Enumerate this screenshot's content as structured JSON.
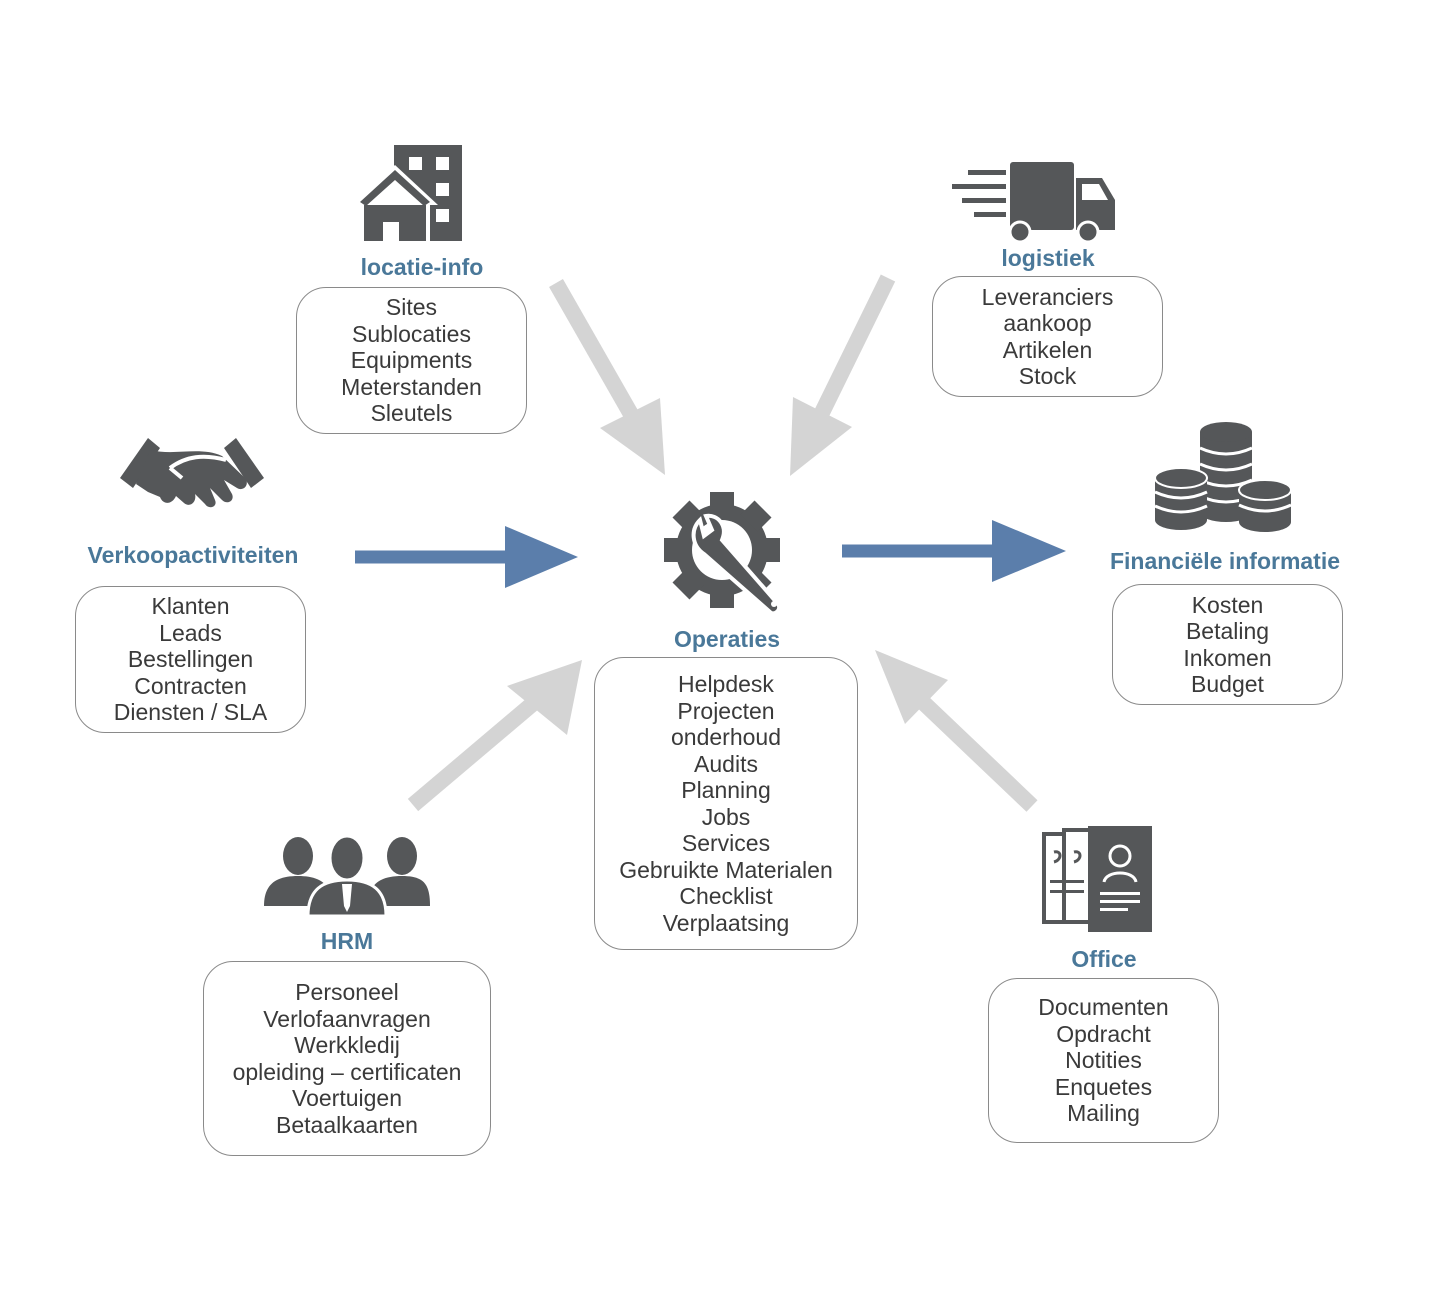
{
  "colors": {
    "title": "#4a7899",
    "icon": "#555759",
    "arrow_main": "#5b7eab",
    "arrow_light": "#d4d4d4",
    "box_border": "#8a8a8a",
    "text": "#3a3a3a"
  },
  "nodes": {
    "locatie": {
      "title": "locatie-info",
      "icon": "building-icon",
      "items": [
        "Sites",
        "Sublocaties",
        "Equipments",
        "Meterstanden",
        "Sleutels"
      ]
    },
    "logistiek": {
      "title": "logistiek",
      "icon": "truck-icon",
      "items": [
        "Leveranciers",
        "aankoop",
        "Artikelen",
        "Stock"
      ]
    },
    "verkoop": {
      "title": "Verkoopactiviteiten",
      "icon": "handshake-icon",
      "items": [
        "Klanten",
        "Leads",
        "Bestellingen",
        "Contracten",
        "Diensten / SLA"
      ]
    },
    "operaties": {
      "title": "Operaties",
      "icon": "gear-wrench-icon",
      "items": [
        "Helpdesk",
        "Projecten",
        "onderhoud",
        "Audits",
        "Planning",
        "Jobs",
        "Services",
        "Gebruikte Materialen",
        "Checklist",
        "Verplaatsing"
      ]
    },
    "financieel": {
      "title": "Financiële informatie",
      "icon": "coins-icon",
      "items": [
        "Kosten",
        "Betaling",
        "Inkomen",
        "Budget"
      ]
    },
    "hrm": {
      "title": "HRM",
      "icon": "people-icon",
      "items": [
        "Personeel",
        "Verlofaanvragen",
        "Werkkledij",
        "opleiding – certificaten",
        "Voertuigen",
        "Betaalkaarten"
      ]
    },
    "office": {
      "title": "Office",
      "icon": "documents-icon",
      "items": [
        "Documenten",
        "Opdracht",
        "Notities",
        "Enquetes",
        "Mailing"
      ]
    }
  }
}
